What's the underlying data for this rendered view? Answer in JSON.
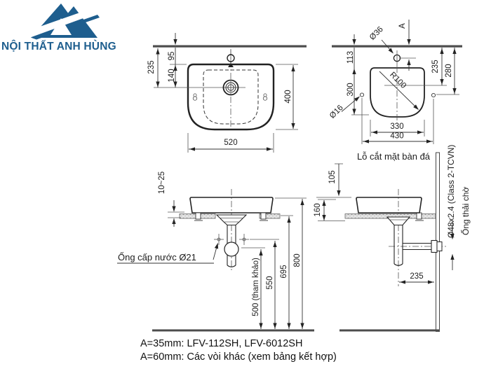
{
  "logo": {
    "company_name": "NỘI THẤT ANH HÙNG",
    "brand_color": "#1e5e8e"
  },
  "top_view": {
    "dim_235": "235",
    "dim_95": "95",
    "dim_140": "140",
    "dim_400": "400",
    "dim_520": "520"
  },
  "cutout_view": {
    "caption": "Lỗ cắt mặt bàn đá",
    "dim_dia36": "Ø36",
    "dim_a": "A",
    "dim_113": "113",
    "dim_300": "300",
    "dim_dia16": "Ø16",
    "dim_r100": "R100",
    "dim_235": "235",
    "dim_280": "280",
    "dim_330": "330",
    "dim_430": "430"
  },
  "front_view": {
    "dim_gap": "10~25",
    "supply_label": "Ống cấp nước Ø21",
    "dim_500": "500 (tham khảo)",
    "dim_550": "550",
    "dim_695": "695",
    "dim_800": "800"
  },
  "side_view": {
    "dim_105": "105",
    "dim_160": "160",
    "dim_235": "235",
    "pipe_label": "Ø48x2.4 (Class 2-TCVN)",
    "waste_label": "Ống thải chờ"
  },
  "footer": {
    "line1": "A=35mm: LFV-112SH, LFV-6012SH",
    "line2": "A=60mm: Các vòi khác (xem bảng kết hợp)"
  }
}
